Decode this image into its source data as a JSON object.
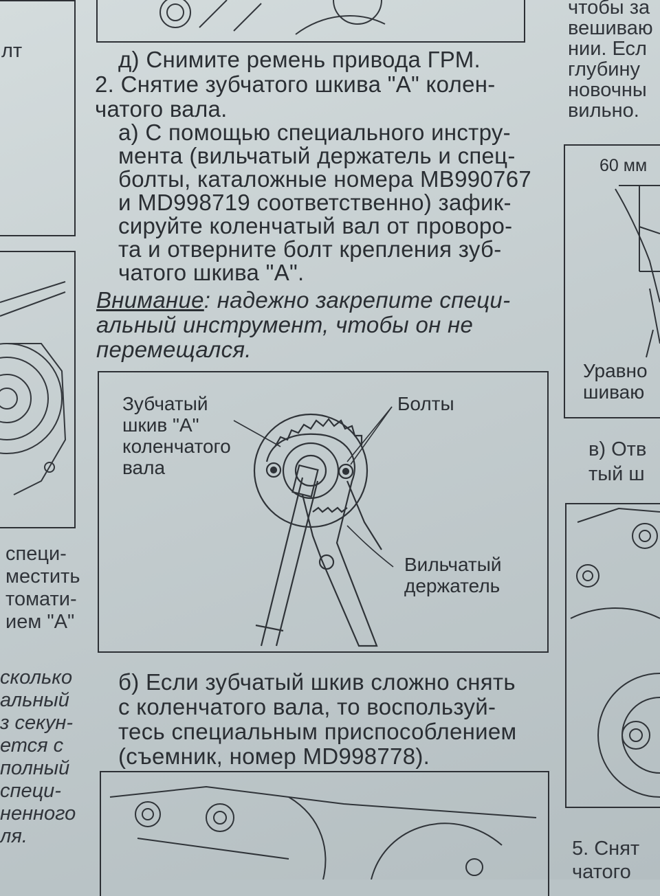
{
  "main": {
    "step_d": "д) Снимите ремень привода ГРМ.",
    "section_title": [
      "2. Снятие зубчатого шкива \"А\" колен-",
      "чатого вала."
    ],
    "step_a": [
      "а) С помощью специального инстру-",
      "мента (вильчатый держатель и спец-",
      "болты, каталожные номера MB990767",
      "и MD998719 соответственно) зафик-",
      "сируйте коленчатый вал от проворо-",
      "та и отверните болт крепления зуб-",
      "чатого шкива \"А\"."
    ],
    "warning_label": "Внимание",
    "warning_rest": ": надежно закрепите специ-",
    "warning_lines": [
      "альный инструмент, чтобы он не",
      "перемещался."
    ],
    "step_b": [
      "б) Если зубчатый шкив сложно снять",
      "с коленчатого вала, то воспользуй-",
      "тесь специальным приспособлением",
      "(съемник, номер MD998778)."
    ]
  },
  "figure": {
    "label_pulley": [
      "Зубчатый",
      "шкив \"А\"",
      "коленчатого",
      "вала"
    ],
    "label_bolts": "Болты",
    "label_holder": [
      "Вильчатый",
      "держатель"
    ]
  },
  "left_column": {
    "top_fragment": "лт",
    "lines_1": [
      "специ-",
      "местить",
      "томати-",
      "ием \"А\""
    ],
    "lines_2": [
      "сколько",
      "альный",
      "з секун-",
      "ется с",
      "полный",
      "специ-",
      "ненного",
      "ля."
    ]
  },
  "right_column": {
    "top_lines": [
      "чтобы за",
      "вешиваю",
      "нии.  Есл",
      "глубину",
      "новочны",
      "вильно."
    ],
    "dimension": "60 мм",
    "caption": [
      "Уравно",
      "шиваю"
    ],
    "step_v": [
      "в) Отв",
      "тый ш"
    ],
    "step_5": [
      "5. Снят",
      "чатого"
    ]
  },
  "colors": {
    "paper": "#c9d2d4",
    "ink": "#2a2e33",
    "line": "#2d3035"
  }
}
